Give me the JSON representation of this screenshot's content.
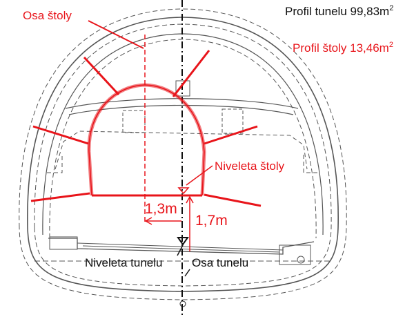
{
  "labels": {
    "osa_stoly": "Osa štoly",
    "profil_tunelu": "Profil tunelu 99,83m",
    "profil_stoly": "Profil štoly 13,46m",
    "superscript": "2",
    "niveleta_stoly": "Niveleta štoly",
    "dim_horizontal": "1,3m",
    "dim_vertical": "1,7m",
    "niveleta_tunelu": "Niveleta tunelu",
    "osa_tunelu": "Osa tunelu"
  },
  "colors": {
    "accent": "#e8141a",
    "line": "#333333"
  }
}
